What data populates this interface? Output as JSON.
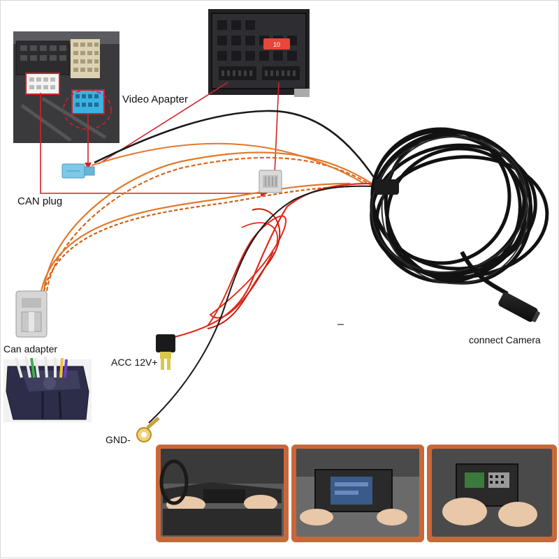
{
  "labels": {
    "video_adapter": "Video Apapter",
    "can_plug": "CAN plug",
    "can_adapter": "Can adapter",
    "acc": "ACC 12V+",
    "gnd": "GND-",
    "camera": "connect Camera",
    "dash": "–"
  },
  "fuse_rating": "10",
  "colors": {
    "pointer_line": "#d4202a",
    "orange_wire": "#e2782a",
    "black_wire": "#1a1a1a",
    "red_wire": "#e02a1a",
    "photo_frame": "#c8683a",
    "blue_plug": "#7ec8e8",
    "blue_port": "#3ab2e2",
    "cream_block": "#ddd3b4"
  },
  "icons": {
    "fuse": "fuse-icon",
    "ring_terminal": "ring-terminal-icon"
  }
}
